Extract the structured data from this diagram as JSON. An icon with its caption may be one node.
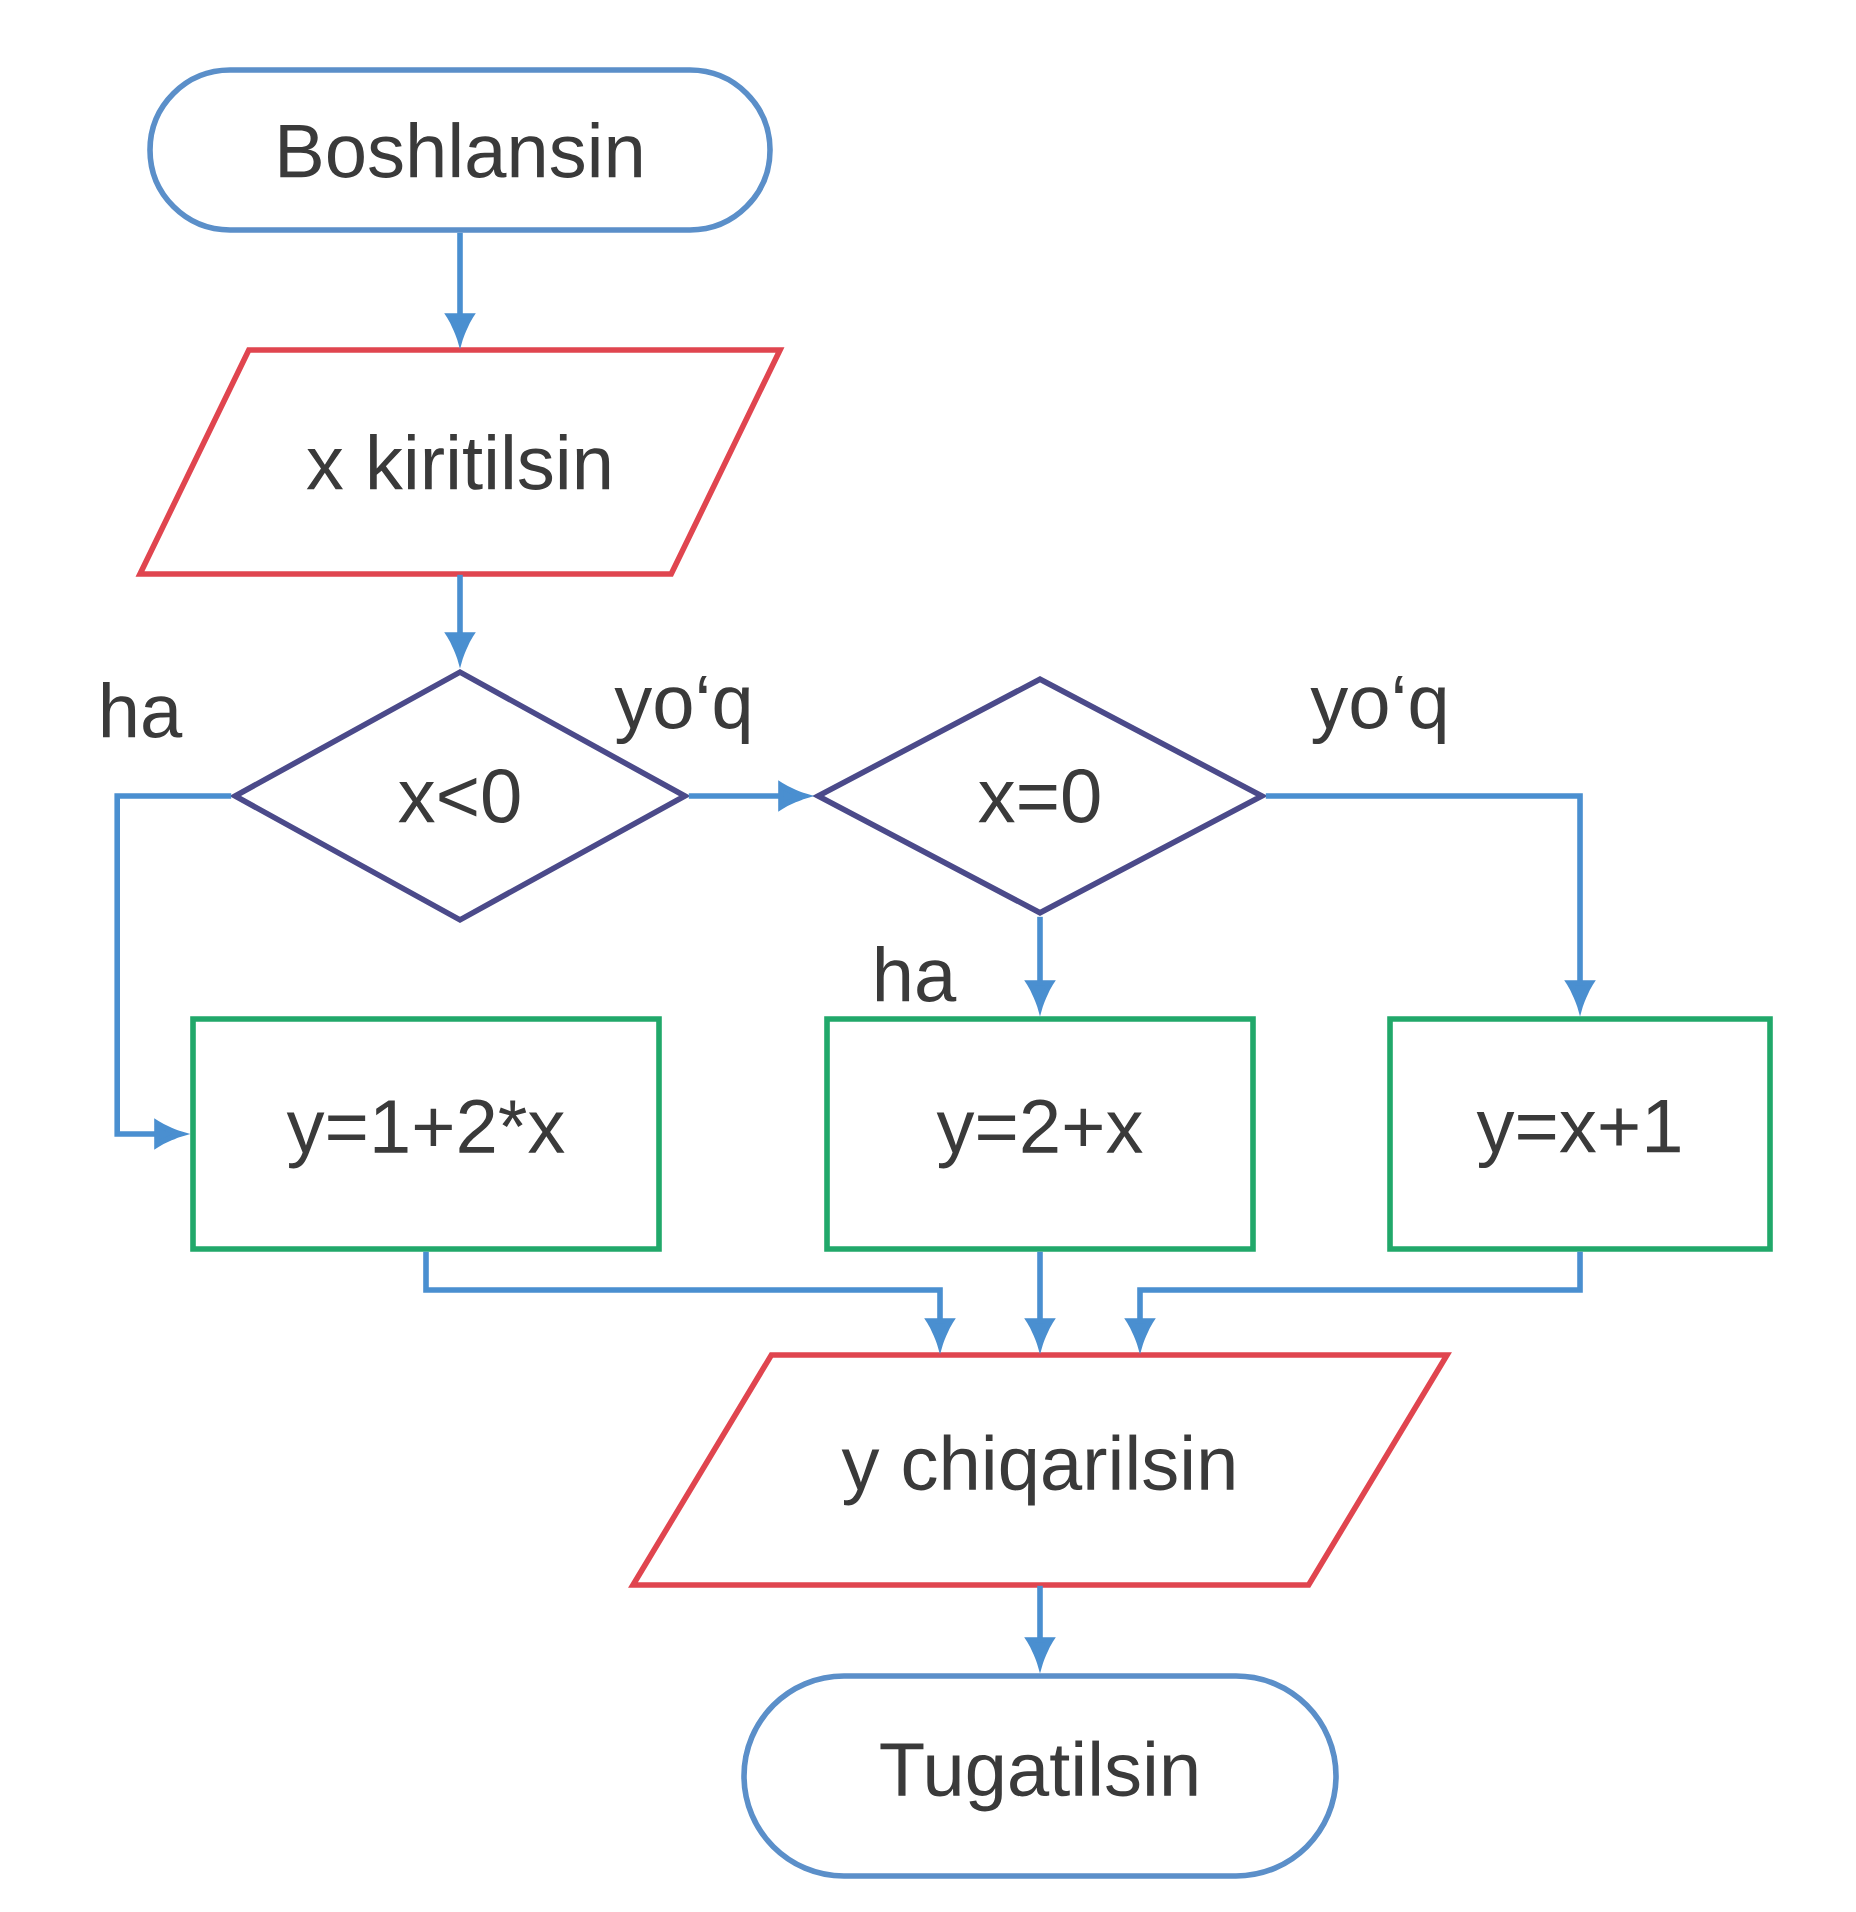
{
  "diagram": {
    "nodes": [
      {
        "text": [
          "Boshlansin"
        ]
      },
      {
        "text": [
          "x kiritilsin"
        ]
      },
      {
        "text": [
          "x<0"
        ]
      },
      {
        "text": [
          "x=0"
        ]
      },
      {
        "text": [
          "y=1+2*x"
        ]
      },
      {
        "text": [
          "y=2+x"
        ]
      },
      {
        "text": [
          "y=x+1"
        ]
      },
      {
        "text": [
          "y chiqarilsin"
        ]
      },
      {
        "text": [
          "Tugatilsin"
        ]
      }
    ],
    "edges": [
      {
        "from": 0,
        "to": 1,
        "arrow": "to"
      },
      {
        "from": 1,
        "to": 2,
        "arrow": "to"
      },
      {
        "from": 2,
        "to": 4,
        "arrow": "to",
        "label": "ha"
      },
      {
        "from": 2,
        "to": 3,
        "arrow": "to",
        "label": "yo‘q"
      },
      {
        "from": 3,
        "to": 5,
        "arrow": "to",
        "label": "ha"
      },
      {
        "from": 3,
        "to": 6,
        "arrow": "to",
        "label": "yo‘q"
      },
      {
        "from": 4,
        "to": 7,
        "arrow": "to"
      },
      {
        "from": 5,
        "to": 7,
        "arrow": "to"
      },
      {
        "from": 6,
        "to": 7,
        "arrow": "to"
      },
      {
        "from": 7,
        "to": 8,
        "arrow": "to"
      }
    ]
  }
}
